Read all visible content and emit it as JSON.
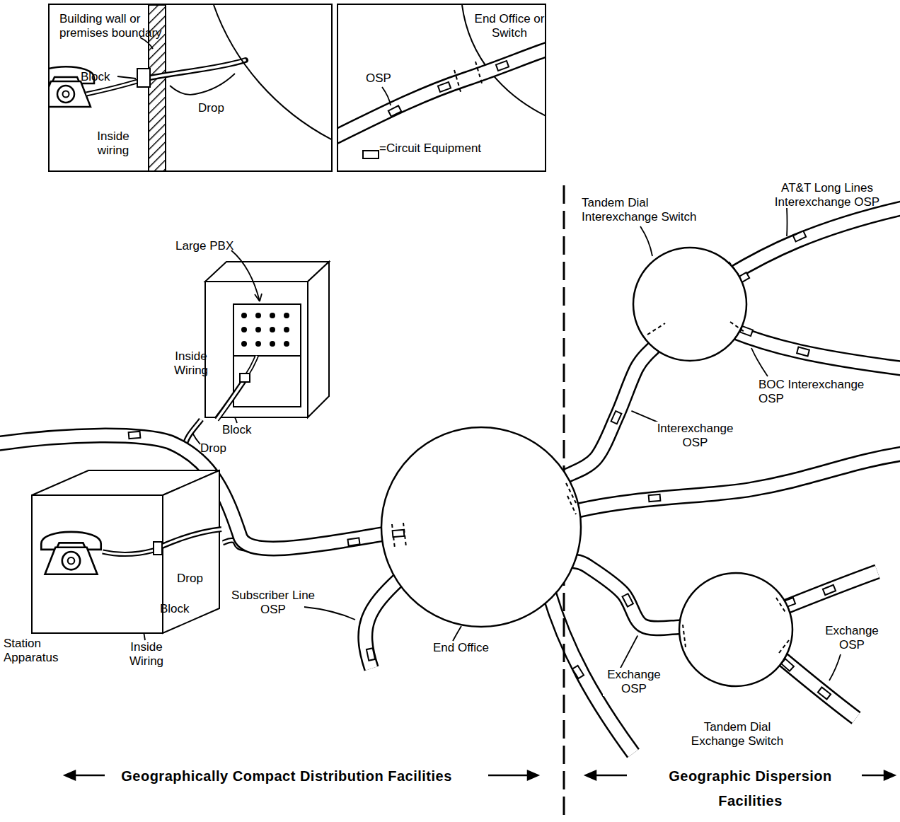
{
  "diagram": {
    "nodes": [
      {
        "text": [
          "Building wall or premises boundary",
          "Block",
          "Inside wiring",
          "Drop"
        ]
      },
      {
        "text": [
          "End Office or Switch",
          "OSP"
        ]
      },
      {
        "text": [
          "Large PBX"
        ]
      },
      {
        "text": [
          "Station Apparatus"
        ]
      },
      {
        "text": [
          "End Office"
        ]
      },
      {
        "text": [
          "Tandem Dial Interexchange Switch"
        ]
      },
      {
        "text": [
          "Tandem Dial Exchange Switch"
        ]
      }
    ],
    "edges": [
      {
        "from": 3,
        "to": 4,
        "arrow": "none"
      },
      {
        "from": 2,
        "to": 4,
        "arrow": "none"
      },
      {
        "from": 4,
        "to": 5,
        "label": "Interexchange OSP",
        "arrow": "none"
      },
      {
        "from": 4,
        "to": 6,
        "label": "Exchange OSP",
        "arrow": "none"
      }
    ],
    "labels": [
      "Inside Wiring",
      "Block",
      "Drop",
      "Drop",
      "Block",
      "Inside Wiring",
      "Subscriber Line OSP",
      "AT&T Long Lines Interexchange OSP",
      "BOC Interexchange OSP",
      "Exchange OSP",
      "Geographically Compact Distribution Facilities",
      "Geographic Dispersion Facilities"
    ],
    "legend": [
      {
        "text": "=Circuit Equipment"
      }
    ]
  }
}
